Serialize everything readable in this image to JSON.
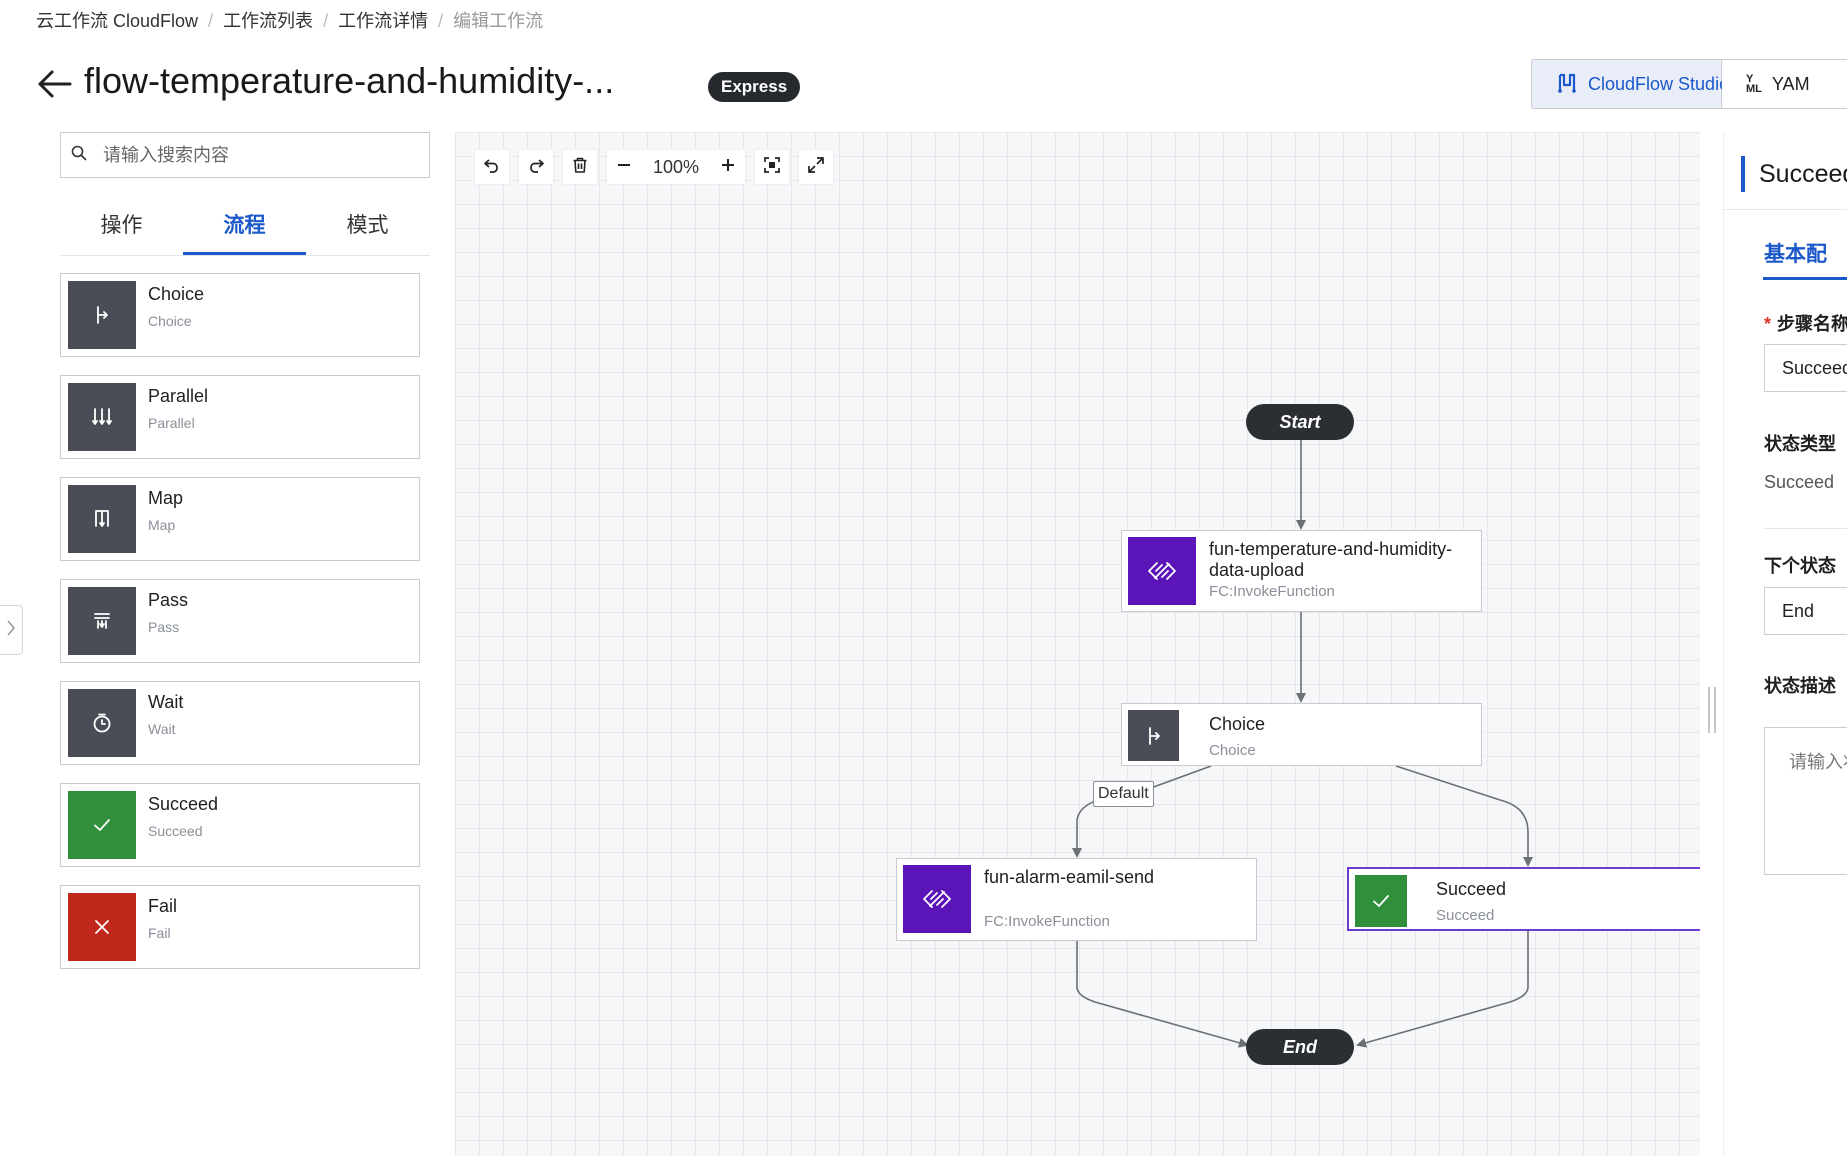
{
  "breadcrumb": [
    "云工作流 CloudFlow",
    "工作流列表",
    "工作流详情",
    "编辑工作流"
  ],
  "header": {
    "title": "flow-temperature-and-humidity-...",
    "badge": "Express",
    "studio_label": "CloudFlow Studio",
    "yaml_label": "YAM"
  },
  "palette": {
    "search_placeholder": "请输入搜索内容",
    "tabs": [
      "操作",
      "流程",
      "模式"
    ],
    "active_tab": "流程",
    "items": [
      {
        "name": "Choice",
        "type": "Choice",
        "icon": "branch-icon",
        "color": "#4a4d56"
      },
      {
        "name": "Parallel",
        "type": "Parallel",
        "icon": "parallel-icon",
        "color": "#4a4d56"
      },
      {
        "name": "Map",
        "type": "Map",
        "icon": "map-icon",
        "color": "#4a4d56"
      },
      {
        "name": "Pass",
        "type": "Pass",
        "icon": "pass-icon",
        "color": "#4a4d56"
      },
      {
        "name": "Wait",
        "type": "Wait",
        "icon": "clock-icon",
        "color": "#4a4d56"
      },
      {
        "name": "Succeed",
        "type": "Succeed",
        "icon": "check-icon",
        "color": "#2f8f3a"
      },
      {
        "name": "Fail",
        "type": "Fail",
        "icon": "x-icon",
        "color": "#c0281c"
      }
    ]
  },
  "canvas": {
    "zoom": "100%",
    "start_label": "Start",
    "end_label": "End",
    "default_edge_label": "Default",
    "nodes": [
      {
        "id": "upload",
        "name": "fun-temperature-and-humidity-data-upload",
        "type": "FC:InvokeFunction",
        "icon": "function-icon",
        "color": "#5b14b8"
      },
      {
        "id": "choice",
        "name": "Choice",
        "type": "Choice",
        "icon": "branch-icon",
        "color": "#4a4d56"
      },
      {
        "id": "alarm",
        "name": "fun-alarm-eamil-send",
        "type": "FC:InvokeFunction",
        "icon": "function-icon",
        "color": "#5b14b8"
      },
      {
        "id": "succeed",
        "name": "Succeed",
        "type": "Succeed",
        "icon": "check-icon",
        "color": "#2f8f3a",
        "selected": true
      }
    ]
  },
  "inspector": {
    "title": "Succeed",
    "tab": "基本配",
    "step_name_label": "步骤名称",
    "step_name_value": "Succeed",
    "state_type_label": "状态类型",
    "state_type_value": "Succeed",
    "next_state_label": "下个状态",
    "next_state_value": "End",
    "description_label": "状态描述",
    "description_placeholder": "请输入状"
  },
  "colors": {
    "accent": "#1b58c9",
    "function": "#5b14b8",
    "flow_control": "#4a4d56",
    "succeed": "#2f8f3a",
    "fail": "#c0281c",
    "terminal": "#2b2e33"
  }
}
